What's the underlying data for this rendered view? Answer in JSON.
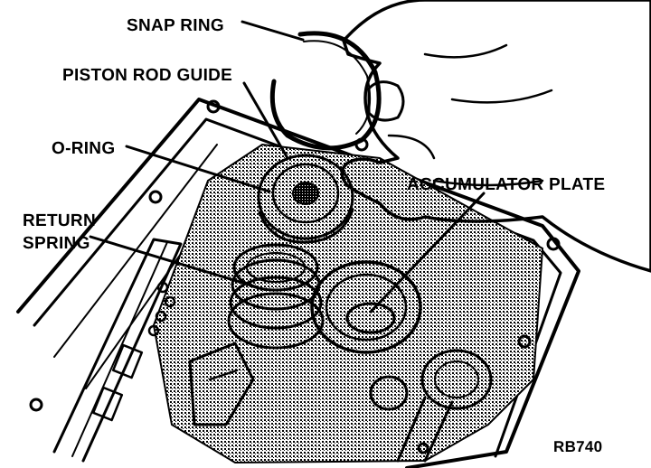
{
  "labels": {
    "snap_ring": "SNAP RING",
    "piston_rod_guide": "PISTON ROD GUIDE",
    "o_ring": "O-RING",
    "return_spring_line1": "RETURN",
    "return_spring_line2": "SPRING",
    "accumulator_plate": "ACCUMULATOR PLATE"
  },
  "figure_ref": "RB740",
  "colors": {
    "ink": "#000000",
    "paper": "#ffffff",
    "shade": "#8a8a8a"
  }
}
